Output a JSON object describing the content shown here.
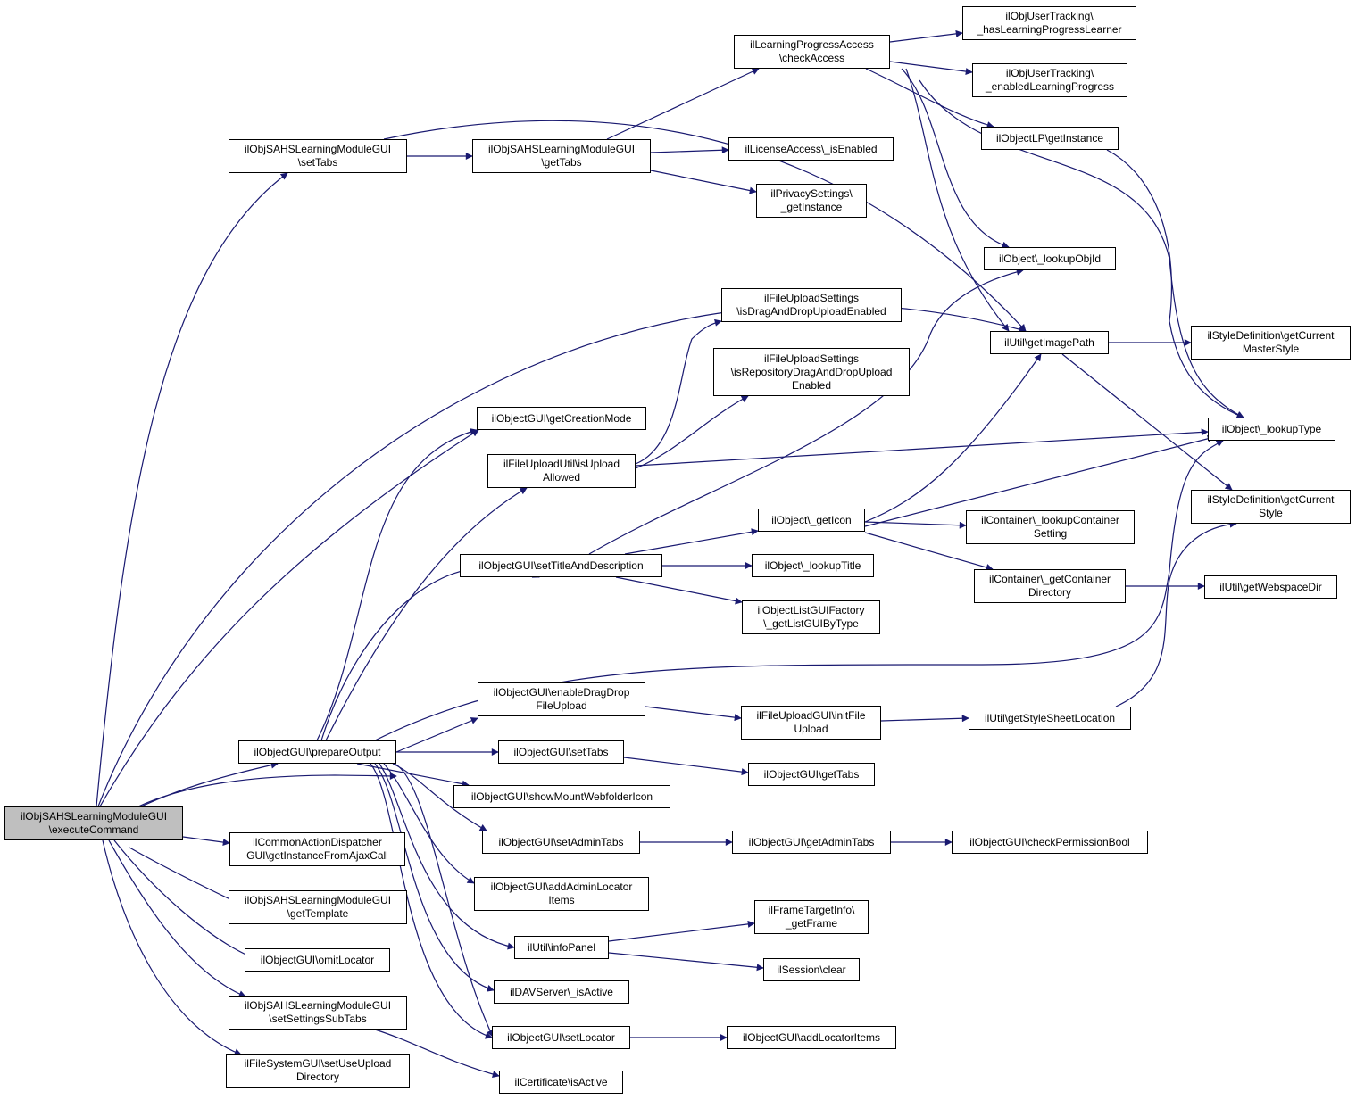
{
  "colors": {
    "edge": "#191970",
    "node_border": "#000000",
    "root_fill": "#bfbfbf",
    "node_fill": "#ffffff"
  },
  "nodes": {
    "root": "ilObjSAHSLearningModuleGUI\n\\executeCommand",
    "sahs_setTabs": "ilObjSAHSLearningModuleGUI\n\\setTabs",
    "sahs_getTabs": "ilObjSAHSLearningModuleGUI\n\\getTabs",
    "lp_checkAccess": "ilLearningProgressAccess\n\\checkAccess",
    "ut_hasLPLearner": "ilObjUserTracking\\\n_hasLearningProgressLearner",
    "ut_enabledLP": "ilObjUserTracking\\\n_enabledLearningProgress",
    "objLP_getInstance": "ilObjectLP\\getInstance",
    "license_isEnabled": "ilLicenseAccess\\_isEnabled",
    "privacy_getInstance": "ilPrivacySettings\\\n_getInstance",
    "obj_lookupObjId": "ilObject\\_lookupObjId",
    "fus_isDragDrop": "ilFileUploadSettings\n\\isDragAndDropUploadEnabled",
    "fus_isRepoDragDrop": "ilFileUploadSettings\n\\isRepositoryDragAndDropUpload\nEnabled",
    "util_getImagePath": "ilUtil\\getImagePath",
    "style_getCurrentMasterStyle": "ilStyleDefinition\\getCurrent\nMasterStyle",
    "objgui_getCreationMode": "ilObjectGUI\\getCreationMode",
    "fuu_isUploadAllowed": "ilFileUploadUtil\\isUpload\nAllowed",
    "obj_lookupType": "ilObject\\_lookupType",
    "style_getCurrentStyle": "ilStyleDefinition\\getCurrent\nStyle",
    "obj_getIcon": "ilObject\\_getIcon",
    "cont_lookupContainerSetting": "ilContainer\\_lookupContainer\nSetting",
    "objgui_setTitleAndDescription": "ilObjectGUI\\setTitleAndDescription",
    "obj_lookupTitle": "ilObject\\_lookupTitle",
    "cont_getContainerDirectory": "ilContainer\\_getContainer\nDirectory",
    "util_getWebspaceDir": "ilUtil\\getWebspaceDir",
    "olgf_getListGUIByType": "ilObjectListGUIFactory\n\\_getListGUIByType",
    "objgui_enableDragDrop": "ilObjectGUI\\enableDragDrop\nFileUpload",
    "fug_initFileUpload": "ilFileUploadGUI\\initFile\nUpload",
    "util_getStyleSheetLocation": "ilUtil\\getStyleSheetLocation",
    "objgui_prepareOutput": "ilObjectGUI\\prepareOutput",
    "objgui_setTabs": "ilObjectGUI\\setTabs",
    "objgui_getTabs": "ilObjectGUI\\getTabs",
    "objgui_showMountWebfolderIcon": "ilObjectGUI\\showMountWebfolderIcon",
    "objgui_setAdminTabs": "ilObjectGUI\\setAdminTabs",
    "objgui_getAdminTabs": "ilObjectGUI\\getAdminTabs",
    "objgui_checkPermissionBool": "ilObjectGUI\\checkPermissionBool",
    "cad_getInstanceFromAjaxCall": "ilCommonActionDispatcher\nGUI\\getInstanceFromAjaxCall",
    "sahs_getTemplate": "ilObjSAHSLearningModuleGUI\n\\getTemplate",
    "objgui_addAdminLocatorItems": "ilObjectGUI\\addAdminLocator\nItems",
    "ftinfo_getFrame": "ilFrameTargetInfo\\\n_getFrame",
    "objgui_omitLocator": "ilObjectGUI\\omitLocator",
    "util_infoPanel": "ilUtil\\infoPanel",
    "session_clear": "ilSession\\clear",
    "dav_isActive": "ilDAVServer\\_isActive",
    "sahs_setSettingsSubTabs": "ilObjSAHSLearningModuleGUI\n\\setSettingsSubTabs",
    "objgui_setLocator": "ilObjectGUI\\setLocator",
    "objgui_addLocatorItems": "ilObjectGUI\\addLocatorItems",
    "fsgui_setUseUploadDirectory": "ilFileSystemGUI\\setUseUpload\nDirectory",
    "cert_isActive": "ilCertificate\\isActive"
  }
}
